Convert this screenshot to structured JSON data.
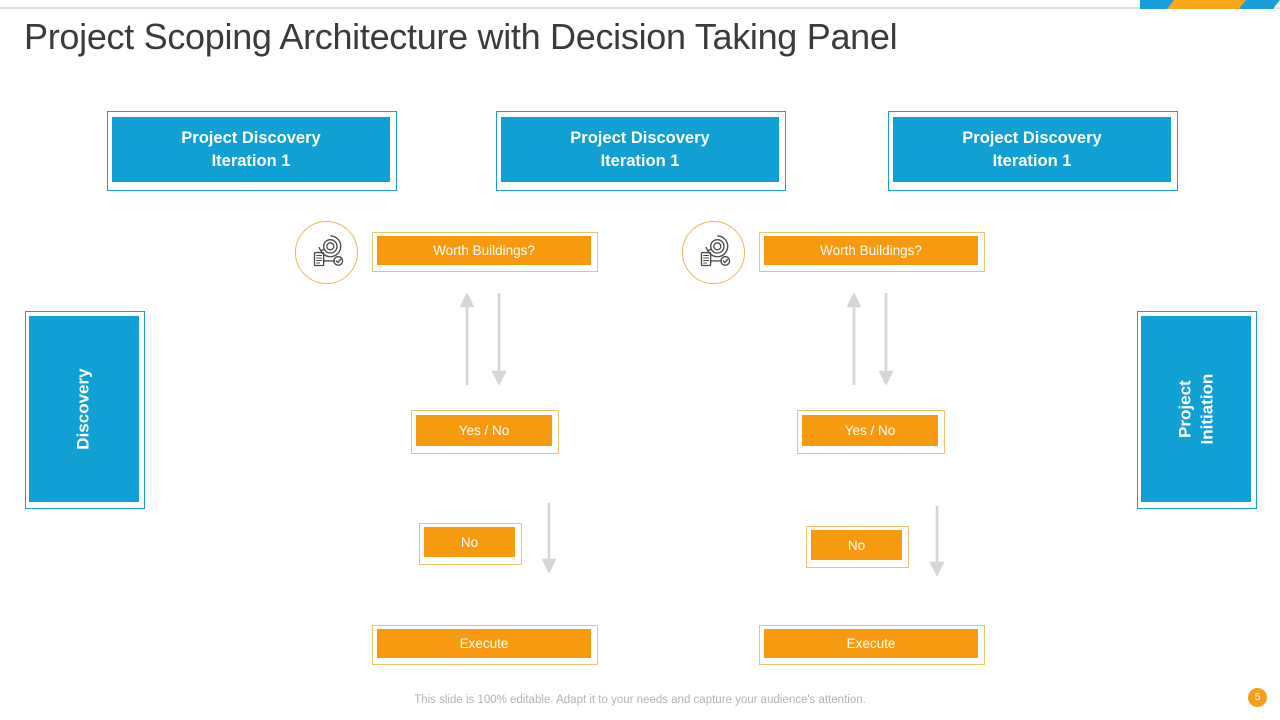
{
  "slide": {
    "title": "Project Scoping Architecture with Decision Taking Panel",
    "footer_note": "This slide is 100% editable. Adapt it to your needs and capture your audience's attention.",
    "page_number": "5"
  },
  "colors": {
    "blue": "#10a0d3",
    "blue_border": "#1b9dd9",
    "orange": "#f89a10",
    "orange_border": "#e8c56a",
    "icon_ring": "#e7b85a",
    "arrow": "#d6d6d6",
    "title_text": "#3b3b3b",
    "footer_text": "#b3b3b3",
    "badge": "#f2a01d"
  },
  "header_boxes": [
    {
      "line1": "Project Discovery",
      "line2": "Iteration  1"
    },
    {
      "line1": "Project Discovery",
      "line2": "Iteration  1"
    },
    {
      "line1": "Project Discovery",
      "line2": "Iteration  1"
    }
  ],
  "side_boxes": {
    "left": {
      "label": "Discovery"
    },
    "right": {
      "line1": "Project",
      "line2": "Initiation"
    }
  },
  "flow": {
    "column_1": {
      "decision": "Worth Buildings?",
      "answer": "Yes / No",
      "branch": "No",
      "action": "Execute",
      "icon": "process-gear-checklist-icon"
    },
    "column_2": {
      "decision": "Worth Buildings?",
      "answer": "Yes / No",
      "branch": "No",
      "action": "Execute",
      "icon": "process-gear-checklist-icon"
    }
  },
  "decor": {
    "corner_blue": "#1b9dd9",
    "corner_orange": "#f7a81b"
  }
}
